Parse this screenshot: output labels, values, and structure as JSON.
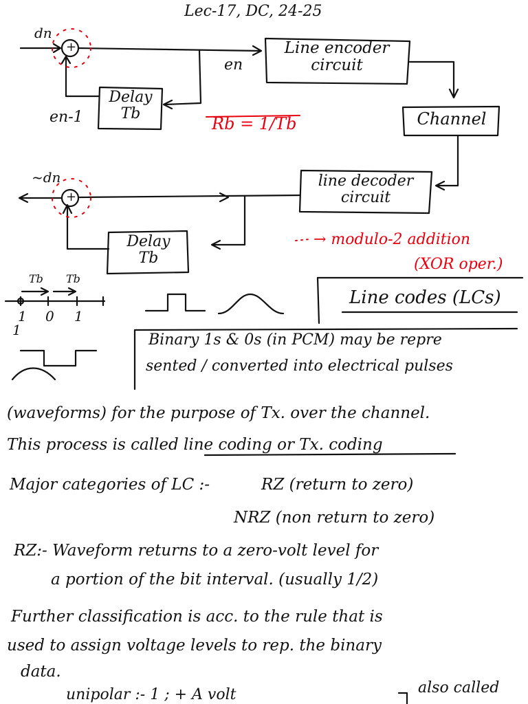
{
  "header": {
    "title": "Lec-17, DC, 24-25"
  },
  "diagram": {
    "encoder": {
      "input_label": "dn",
      "adder_symbol": "+",
      "output_label": "en",
      "feedback_label": "en-1",
      "delay_line1": "Delay",
      "delay_line2": "Tb",
      "block_line1": "Line encoder",
      "block_line2": "circuit",
      "rate_formula": "Rb = 1/Tb"
    },
    "channel_label": "Channel",
    "decoder": {
      "output_label": "~dn",
      "adder_symbol": "+",
      "block_line1": "line decoder",
      "block_line2": "circuit",
      "delay_line1": "Delay",
      "delay_line2": "Tb"
    },
    "legend": {
      "text": "→ modulo-2 addition",
      "text2": "(XOR oper.)"
    },
    "bit_timeline": {
      "t1": "Tb",
      "t2": "Tb",
      "bits": [
        "1",
        "0",
        "1"
      ],
      "start_label": "1"
    }
  },
  "notes": {
    "section_title": "Line codes (LCs)",
    "intro_line1": "Binary 1s & 0s (in PCM) may be repre",
    "intro_line2": "sented / converted into electrical pulses",
    "line3": "(waveforms) for the purpose of Tx. over the channel.",
    "line4_prefix": "This process is called ",
    "line4_emph": "line coding or Tx. coding",
    "categories_label": "Major categories of LC :-",
    "rz": "RZ (return to zero)",
    "nrz": "NRZ (non return to zero)",
    "rz_def_line1": "RZ:- Waveform returns to a zero-volt level for",
    "rz_def_line2": "a portion of the bit interval. (usually 1/2)",
    "further_line1": "Further classification is acc. to the rule that is",
    "further_line2": "used to assign voltage levels to rep. the binary",
    "further_line3": "data.",
    "unipolar": "unipolar :-    1 ;  + A volt",
    "also_called": "also called"
  },
  "colors": {
    "ink": "#111111",
    "accent_red": "#e8000e"
  }
}
